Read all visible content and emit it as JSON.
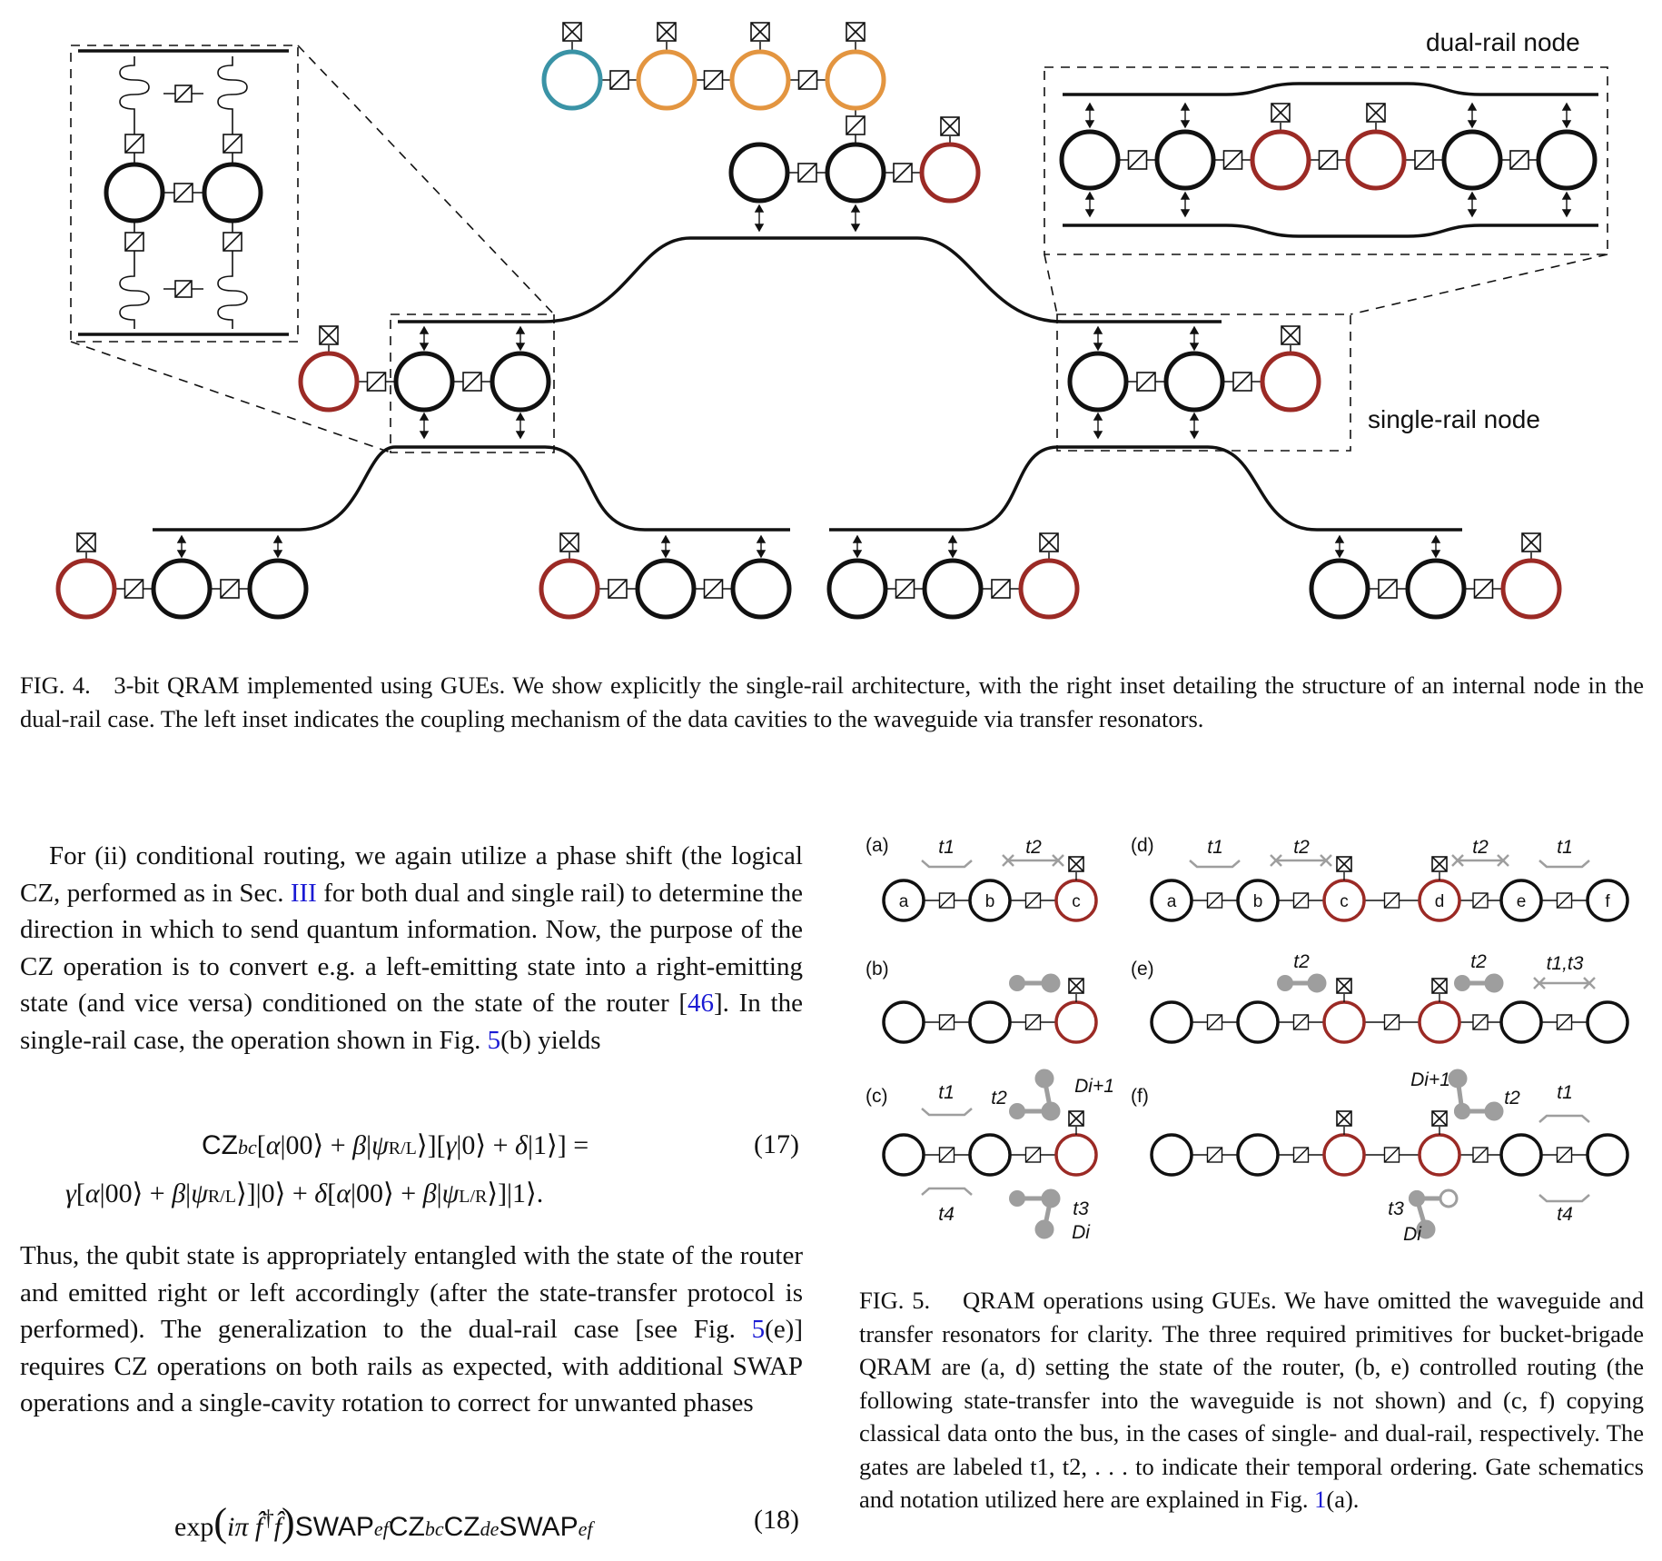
{
  "fig4": {
    "labels": {
      "dual_rail_node": "dual-rail node",
      "single_rail_node": "single-rail node"
    },
    "caption_label": "FIG. 4.",
    "caption_text": "3-bit QRAM implemented using GUEs. We show explicitly the single-rail architecture, with the right inset detailing the structure of an internal node in the dual-rail case. The left inset indicates the coupling mechanism of the data cavities to the waveguide via transfer resonators."
  },
  "body": {
    "para1_before": "For (ii) conditional routing, we again utilize a phase shift (the logical CZ, performed as in Sec.",
    "para1_ref1": "III",
    "para1_mid1": "for both dual and single rail) to determine the direction in which to send quantum information. Now, the purpose of the CZ operation is to convert e.g. a left-emitting state into a right-emitting state (and vice versa) conditioned on the state of the router [",
    "para1_ref2": "46",
    "para1_mid2": "]. In the single-rail case, the operation shown in Fig.",
    "para1_ref3": "5",
    "para1_after": "(b) yields",
    "eq17_line1": "CZ_bc[α|00⟩ + β|ψR/L⟩][γ|0⟩ + δ|1⟩] =",
    "eq17_line2": "γ[α|00⟩ + β|ψR/L⟩]|0⟩ + δ[α|00⟩ + β|ψL/R⟩]|1⟩.",
    "eq17_num": "(17)",
    "para2_before": "Thus, the qubit state is appropriately entangled with the state of the router and emitted right or left accordingly (after the state-transfer protocol is performed). The generalization to the dual-rail case [see Fig.",
    "para2_ref": "5",
    "para2_after": "(e)] requires CZ operations on both rails as expected, with additional SWAP operations and a single-cavity rotation to correct for unwanted phases",
    "eq18": "exp(iπ f̂† f̂) SWAP_ef CZ_bc CZ_de SWAP_ef",
    "eq18_num": "(18)"
  },
  "fig5": {
    "panels": [
      "(a)",
      "(b)",
      "(c)",
      "(d)",
      "(e)",
      "(f)"
    ],
    "a_nodes": [
      "a",
      "b",
      "c"
    ],
    "d_nodes": [
      "a",
      "b",
      "c",
      "d",
      "e",
      "f"
    ],
    "gate_labels": {
      "t1": "t1",
      "t2": "t2",
      "t3": "t3",
      "t4": "t4",
      "t1t3": "t1,t3",
      "Di": "Di",
      "Di1": "Di+1"
    },
    "caption_label": "FIG. 5.",
    "caption_text": "QRAM operations using GUEs. We have omitted the waveguide and transfer resonators for clarity. The three required primitives for bucket-brigade QRAM are (a, d) setting the state of the router, (b, e) controlled routing (the following state-transfer into the waveguide is not shown) and (c, f) copying classical data onto the bus, in the cases of single- and dual-rail, respectively. The gates are labeled t1, t2, . . . to indicate their temporal ordering. Gate schematics and notation utilized here are explained in Fig.",
    "caption_ref": "1",
    "caption_after": "(a)."
  },
  "colors": {
    "black_ring": "#111111",
    "red_ring": "#9b2a25",
    "orange_ring": "#e39540",
    "teal_ring": "#3a93a6",
    "gray_gate": "#9e9e9e",
    "link_blue": "#1a1ad4"
  }
}
